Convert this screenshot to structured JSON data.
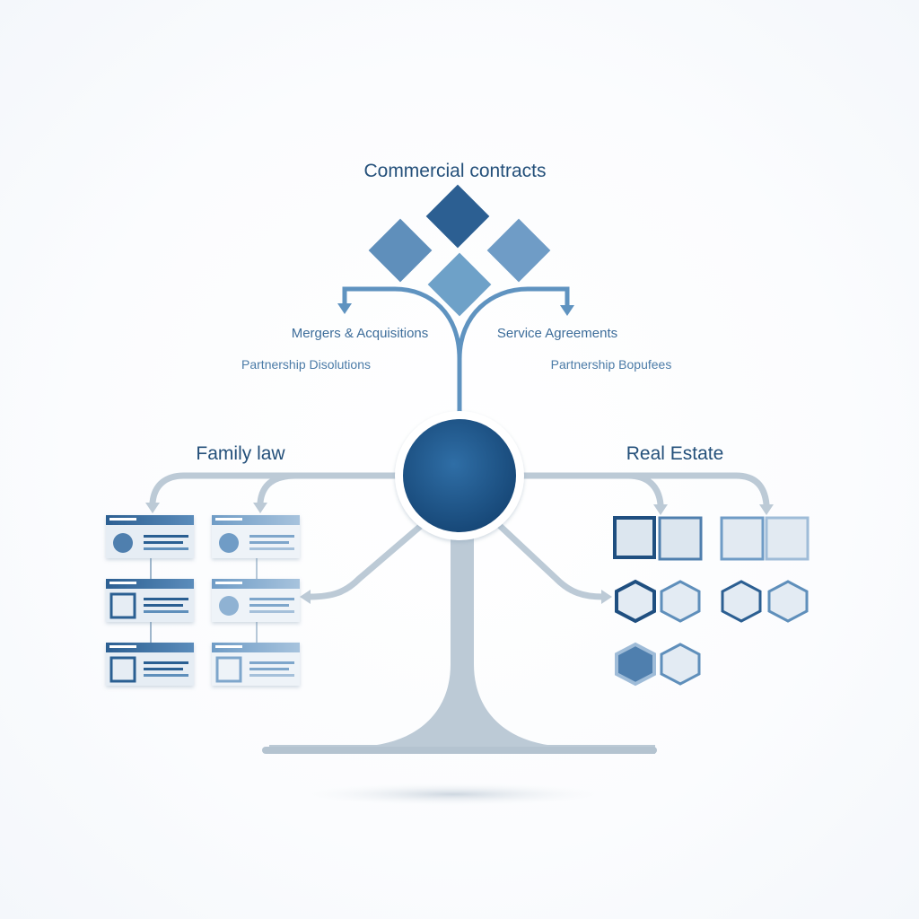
{
  "top": {
    "title": "Commercial contracts",
    "left_items": [
      "Mergers & Acquisitions",
      "Partnership Disolutions"
    ],
    "right_items": [
      "Service Agreements",
      "Partnership Bopufees"
    ]
  },
  "left": {
    "title": "Family law"
  },
  "right": {
    "title": "Real Estate"
  },
  "colors": {
    "dark_blue": "#1f4f80",
    "mid_blue": "#5f8fbb",
    "light_blue": "#9ebbd6",
    "gray_line": "#b7c6d3",
    "text_blue": "#24507a"
  }
}
